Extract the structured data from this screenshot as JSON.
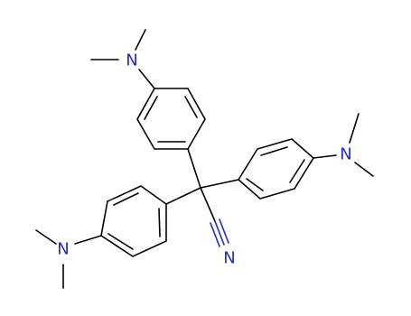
{
  "molecule": {
    "atom_labels": {
      "n_top": "N",
      "n_right": "N",
      "n_left": "N",
      "n_nitrile": "N"
    },
    "colors": {
      "bond": "#000000",
      "nitrogen": "#1f2bd6",
      "background": "#ffffff"
    }
  }
}
